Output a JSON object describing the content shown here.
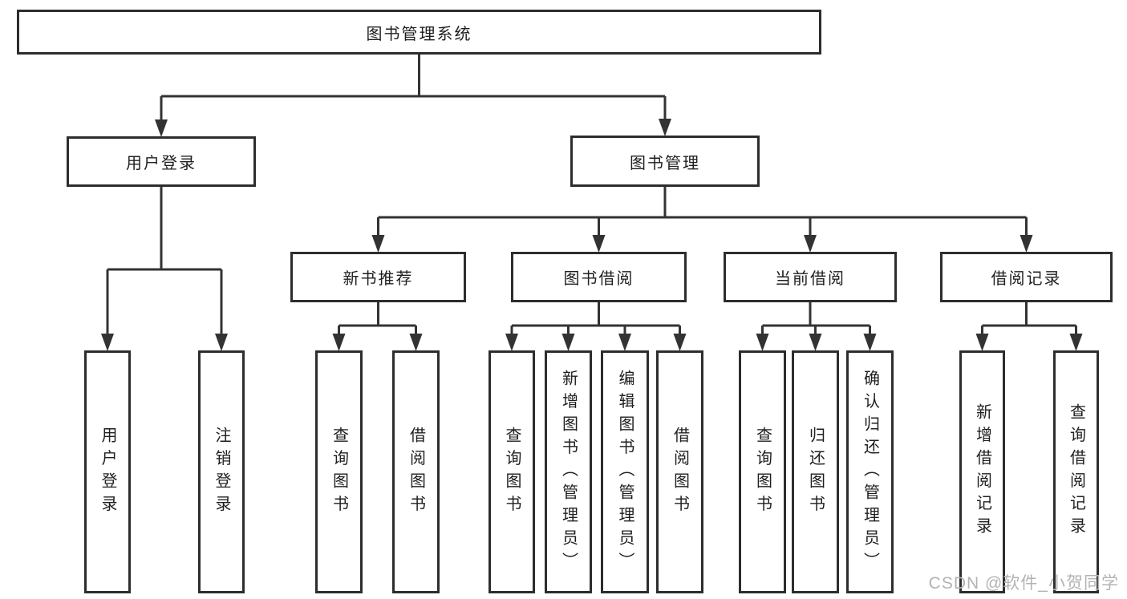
{
  "diagram": {
    "root": {
      "label": "图书管理系统"
    },
    "level2": [
      {
        "label": "用户登录",
        "children": [
          {
            "label": "用户登录"
          },
          {
            "label": "注销登录"
          }
        ]
      },
      {
        "label": "图书管理",
        "children": [
          {
            "label": "新书推荐",
            "children": [
              {
                "label": "查询图书"
              },
              {
                "label": "借阅图书"
              }
            ]
          },
          {
            "label": "图书借阅",
            "children": [
              {
                "label": "查询图书"
              },
              {
                "label": "新增图书（管理员）"
              },
              {
                "label": "编辑图书（管理员）"
              },
              {
                "label": "借阅图书"
              }
            ]
          },
          {
            "label": "当前借阅",
            "children": [
              {
                "label": "查询图书"
              },
              {
                "label": "归还图书"
              },
              {
                "label": "确认归还（管理员）"
              }
            ]
          },
          {
            "label": "借阅记录",
            "children": [
              {
                "label": "新增借阅记录"
              },
              {
                "label": "查询借阅记录"
              }
            ]
          }
        ]
      }
    ]
  },
  "watermark": {
    "text": "CSDN @软件_小贺同学"
  },
  "colors": {
    "line": "#333333",
    "box_border": "#2d2d2d",
    "text": "#1f1f1f",
    "watermark_text": "#b3b3b3",
    "background": "#ffffff"
  }
}
